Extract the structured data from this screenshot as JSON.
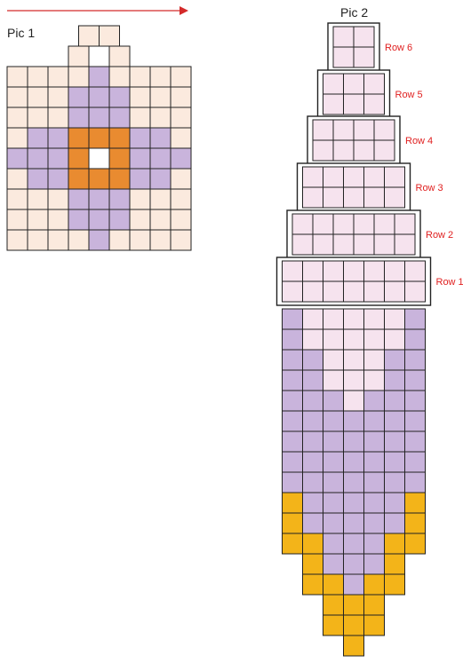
{
  "pic1": {
    "caption": "Pic 1",
    "top_rows": [
      [
        "c",
        "c"
      ],
      [
        "c",
        "w",
        "c"
      ]
    ],
    "grid": [
      [
        "c",
        "c",
        "c",
        "c",
        "p",
        "c",
        "c",
        "c",
        "c"
      ],
      [
        "c",
        "c",
        "c",
        "p",
        "p",
        "p",
        "c",
        "c",
        "c"
      ],
      [
        "c",
        "c",
        "c",
        "p",
        "p",
        "p",
        "c",
        "c",
        "c"
      ],
      [
        "c",
        "p",
        "p",
        "o",
        "o",
        "o",
        "p",
        "p",
        "c"
      ],
      [
        "p",
        "p",
        "p",
        "o",
        "w",
        "o",
        "p",
        "p",
        "p"
      ],
      [
        "c",
        "p",
        "p",
        "o",
        "o",
        "o",
        "p",
        "p",
        "c"
      ],
      [
        "c",
        "c",
        "c",
        "p",
        "p",
        "p",
        "c",
        "c",
        "c"
      ],
      [
        "c",
        "c",
        "c",
        "p",
        "p",
        "p",
        "c",
        "c",
        "c"
      ],
      [
        "c",
        "c",
        "c",
        "c",
        "p",
        "c",
        "c",
        "c",
        "c"
      ]
    ]
  },
  "pic2": {
    "caption": "Pic 2",
    "panels": [
      {
        "label": "Row 6",
        "cols": 2
      },
      {
        "label": "Row 5",
        "cols": 3
      },
      {
        "label": "Row 4",
        "cols": 4
      },
      {
        "label": "Row 3",
        "cols": 5
      },
      {
        "label": "Row 2",
        "cols": 6
      },
      {
        "label": "Row 1",
        "cols": 7
      }
    ],
    "body": [
      [
        "p",
        "l",
        "l",
        "l",
        "l",
        "l",
        "p"
      ],
      [
        "p",
        "l",
        "l",
        "l",
        "l",
        "l",
        "p"
      ],
      [
        "p",
        "p",
        "l",
        "l",
        "l",
        "p",
        "p"
      ],
      [
        "p",
        "p",
        "l",
        "l",
        "l",
        "p",
        "p"
      ],
      [
        "p",
        "p",
        "p",
        "l",
        "p",
        "p",
        "p"
      ],
      [
        "p",
        "p",
        "p",
        "p",
        "p",
        "p",
        "p"
      ],
      [
        "p",
        "p",
        "p",
        "p",
        "p",
        "p",
        "p"
      ],
      [
        "p",
        "p",
        "p",
        "p",
        "p",
        "p",
        "p"
      ],
      [
        "p",
        "p",
        "p",
        "p",
        "p",
        "p",
        "p"
      ],
      [
        "y",
        "p",
        "p",
        "p",
        "p",
        "p",
        "y"
      ],
      [
        "y",
        "p",
        "p",
        "p",
        "p",
        "p",
        "y"
      ],
      [
        "y",
        "y",
        "p",
        "p",
        "p",
        "y",
        "y"
      ],
      [
        null,
        "y",
        "p",
        "p",
        "p",
        "y",
        null
      ],
      [
        null,
        "y",
        "y",
        "p",
        "y",
        "y",
        null
      ],
      [
        null,
        null,
        "y",
        "y",
        "y",
        null,
        null
      ],
      [
        null,
        null,
        "y",
        "y",
        "y",
        null,
        null
      ],
      [
        null,
        null,
        null,
        "y",
        null,
        null,
        null
      ]
    ]
  },
  "colors": {
    "c": "#fbeade",
    "w": "#ffffff",
    "p": "#c9b4dc",
    "o": "#e98b30",
    "l": "#f6e3ee",
    "y": "#f3b419",
    "grid_line": "#222222",
    "arrow": "#d42a2a",
    "row_label": "#e02020"
  }
}
